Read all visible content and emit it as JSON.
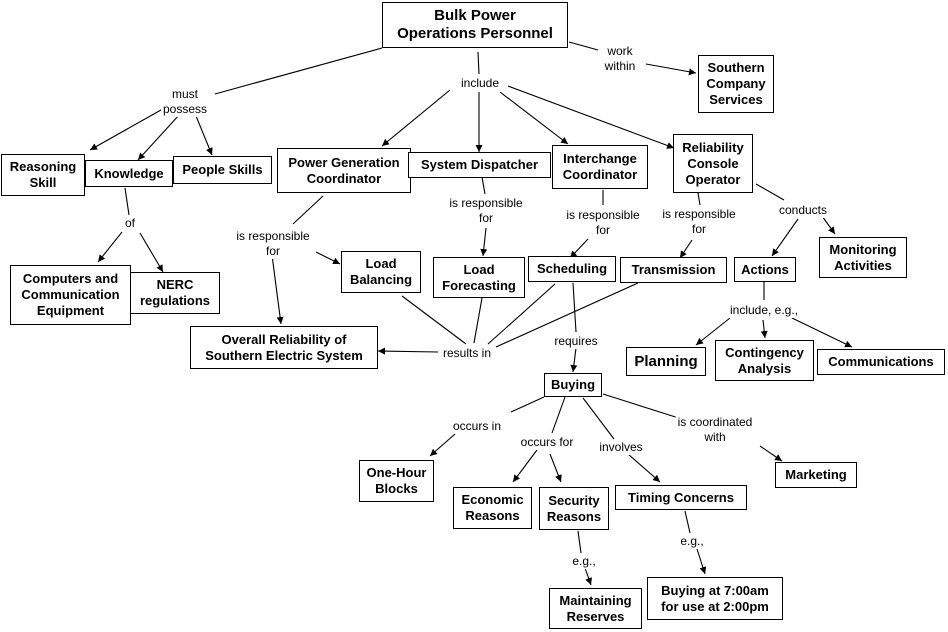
{
  "nodes": {
    "bulk_power": "Bulk Power\nOperations Personnel",
    "southern_company_services": "Southern\nCompany\nServices",
    "reasoning_skill": "Reasoning\nSkill",
    "knowledge": "Knowledge",
    "people_skills": "People Skills",
    "power_generation_coordinator": "Power Generation\nCoordinator",
    "system_dispatcher": "System Dispatcher",
    "interchange_coordinator": "Interchange\nCoordinator",
    "reliability_console_operator": "Reliability\nConsole\nOperator",
    "computers_equipment": "Computers and\nCommunication\nEquipment",
    "nerc_regulations": "NERC\nregulations",
    "load_balancing": "Load\nBalancing",
    "load_forecasting": "Load\nForecasting",
    "scheduling": "Scheduling",
    "transmission": "Transmission",
    "actions": "Actions",
    "monitoring_activities": "Monitoring\nActivities",
    "overall_reliability": "Overall Reliability of\nSouthern Electric System",
    "planning": "Planning",
    "contingency_analysis": "Contingency\nAnalysis",
    "communications": "Communications",
    "buying": "Buying",
    "one_hour_blocks": "One-Hour\nBlocks",
    "economic_reasons": "Economic\nReasons",
    "security_reasons": "Security\nReasons",
    "timing_concerns": "Timing Concerns",
    "marketing": "Marketing",
    "maintaining_reserves": "Maintaining\nReserves",
    "buying_7am": "Buying at 7:00am\nfor use at 2:00pm"
  },
  "links": {
    "must_possess": "must\npossess",
    "include": "include",
    "work_within": "work\nwithin",
    "of": "of",
    "is_responsible_for_pgc": "is responsible\nfor",
    "is_responsible_for_sd": "is responsible\nfor",
    "is_responsible_for_ic": "is responsible\nfor",
    "is_responsible_for_rco": "is responsible\nfor",
    "conducts": "conducts",
    "include_eg": "include, e.g.,",
    "results_in": "results in",
    "requires": "requires",
    "occurs_in": "occurs in",
    "occurs_for": "occurs for",
    "involves": "involves",
    "is_coordinated_with": "is coordinated\nwith",
    "eg_security": "e.g.,",
    "eg_timing": "e.g.,"
  }
}
